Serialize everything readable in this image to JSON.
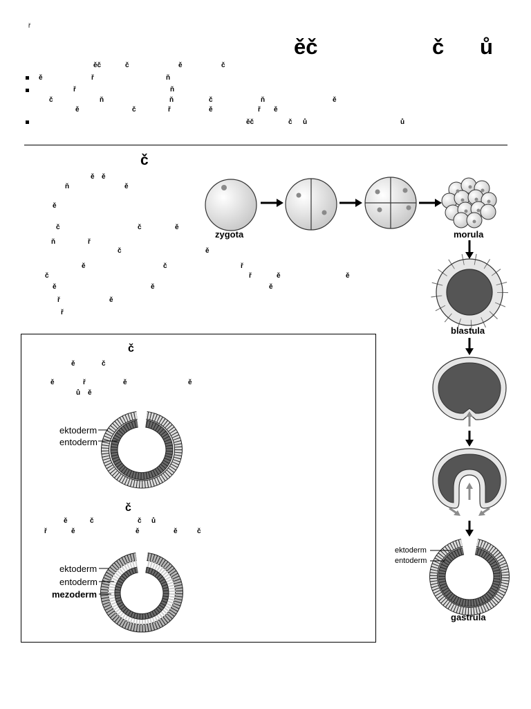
{
  "page": {
    "corner_mark": "ř",
    "title_parts": [
      "ěč",
      "č",
      "ů"
    ]
  },
  "intro": {
    "line1": [
      "ěč",
      "č",
      "ě",
      "č"
    ],
    "bullets": [
      {
        "parts": [
          "ě",
          "ř",
          "ň"
        ]
      },
      {
        "parts": [
          "ř",
          "ň",
          "č",
          "ň",
          "ň",
          "č",
          "ň",
          "ě",
          "ě",
          "č",
          "ř",
          "ě"
        ]
      },
      {
        "parts": [
          "ěč",
          "č",
          "ů",
          "ů"
        ]
      }
    ]
  },
  "section": {
    "heading": "č",
    "text": [
      "ě",
      "ě",
      "ň",
      "ě",
      "ě",
      "č",
      "č",
      "ě",
      "ň",
      "ř",
      "č",
      "ě",
      "ě",
      "č",
      "ř",
      "č",
      "ř",
      "ě",
      "ě",
      "ě",
      "ě",
      "ě",
      "ř",
      "ě",
      "ř"
    ]
  },
  "box": {
    "block1": {
      "heading": "č",
      "text": [
        "ě",
        "č",
        "ě",
        "ř",
        "ě",
        "ě",
        "ů",
        "ě"
      ],
      "labels": {
        "ektoderm": "ektoderm",
        "entoderm": "entoderm"
      }
    },
    "block2": {
      "heading": "č",
      "text": [
        "ě",
        "č",
        "č",
        "ů",
        "ř",
        "ě",
        "ě",
        "ě",
        "č"
      ],
      "labels": {
        "ektoderm": "ektoderm",
        "entoderm": "entoderm",
        "mezoderm": "mezoderm"
      }
    }
  },
  "diagram": {
    "stages": {
      "zygota": "zygota",
      "morula": "morula",
      "blastula": "blastula",
      "gastrula": "gastrula"
    },
    "gastrula_labels": {
      "ektoderm": "ektoderm",
      "entoderm": "entoderm"
    },
    "colors": {
      "cavity": "#555555",
      "cell_fill": "#e6e6e6",
      "nucleus": "#8a8a8a",
      "arrow": "#000000",
      "movement_arrow": "#8c8c8c",
      "mesoderm": "#cfcfcf"
    }
  }
}
